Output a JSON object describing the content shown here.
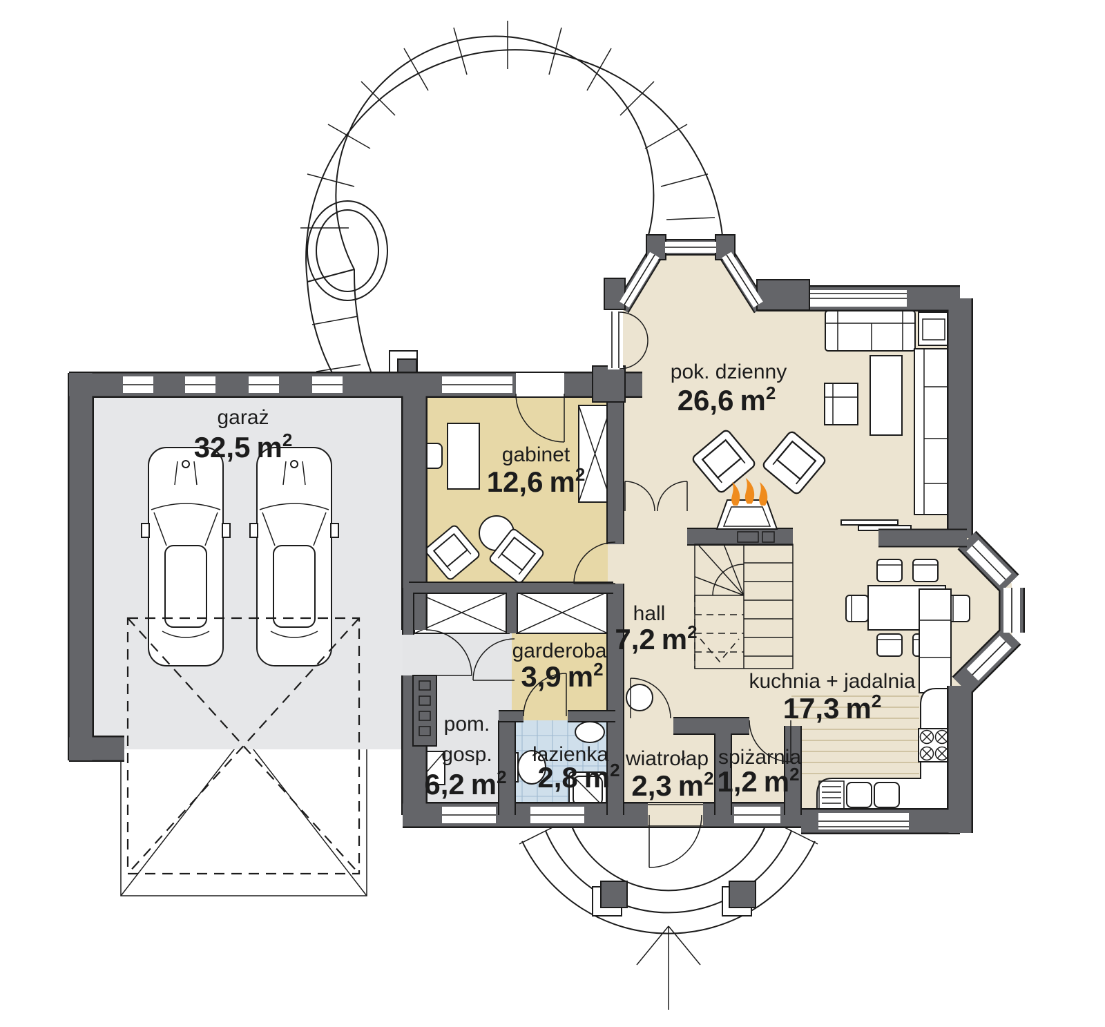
{
  "colors": {
    "wall": "#646569",
    "living": "#ece4d1",
    "office": "#e7d8a7",
    "garage": "#e6e7e9",
    "utility": "#e4e5e7",
    "bath": "#cfdfeb",
    "bathgrid": "#9fbad0",
    "stripe": "#c6b996",
    "flame": "#ef8b1d",
    "line": "#1c1c1c"
  },
  "unit": {
    "label": "m",
    "sup": "2"
  },
  "rooms": {
    "garage": {
      "name": "garaż",
      "area": "32,5"
    },
    "office": {
      "name": "gabinet",
      "area": "12,6"
    },
    "living": {
      "name": "pok. dzienny",
      "area": "26,6"
    },
    "hall": {
      "name": "hall",
      "area": "7,2"
    },
    "wardrobe": {
      "name": "garderoba",
      "area": "3,9"
    },
    "utility": {
      "name_line1": "pom.",
      "name_line2": "gosp.",
      "area": "6,2"
    },
    "bathroom": {
      "name": "łazienka",
      "area": "2,8"
    },
    "vestibule": {
      "name": "wiatrołap",
      "area": "2,3"
    },
    "pantry": {
      "name": "spiżarnia",
      "area": "1,2"
    },
    "kitchen": {
      "name": "kuchnia + jadalnia",
      "area": "17,3"
    }
  }
}
